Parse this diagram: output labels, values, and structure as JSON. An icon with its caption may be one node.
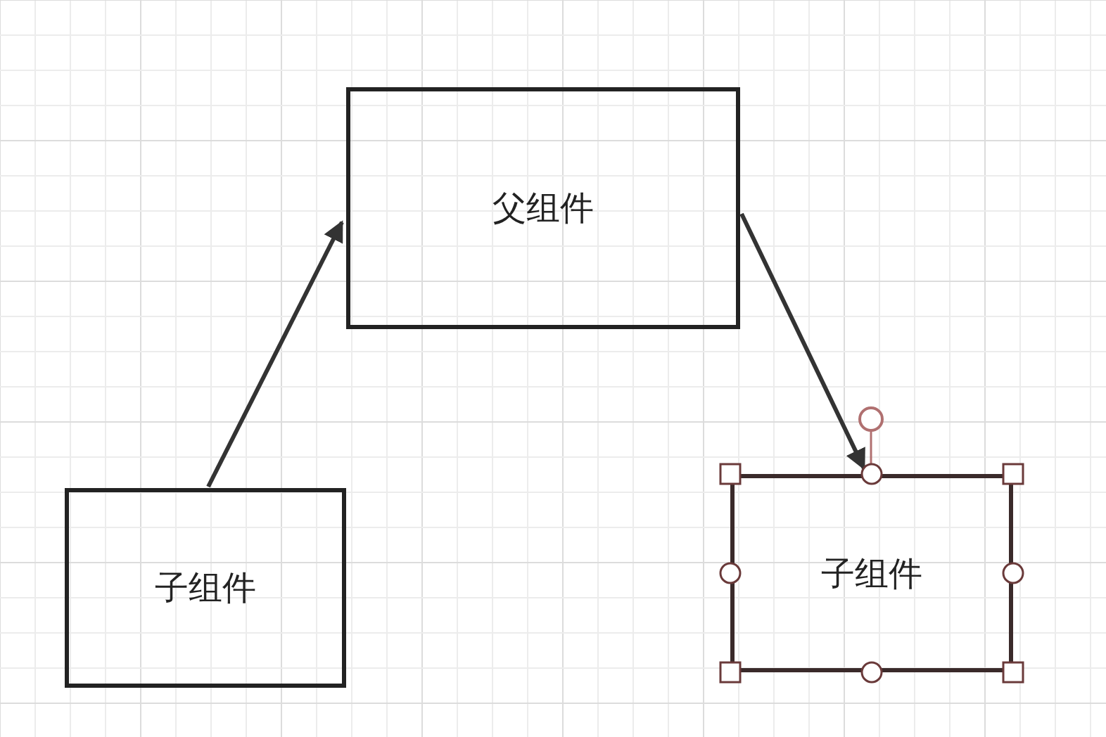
{
  "diagram": {
    "nodes": [
      {
        "text": [
          "父组件"
        ]
      },
      {
        "text": [
          "子组件"
        ]
      },
      {
        "text": [
          "子组件"
        ]
      }
    ],
    "edges": [
      {
        "from": 1,
        "to": 0,
        "arrow": "to"
      },
      {
        "from": 0,
        "to": 2,
        "arrow": "to"
      }
    ]
  }
}
